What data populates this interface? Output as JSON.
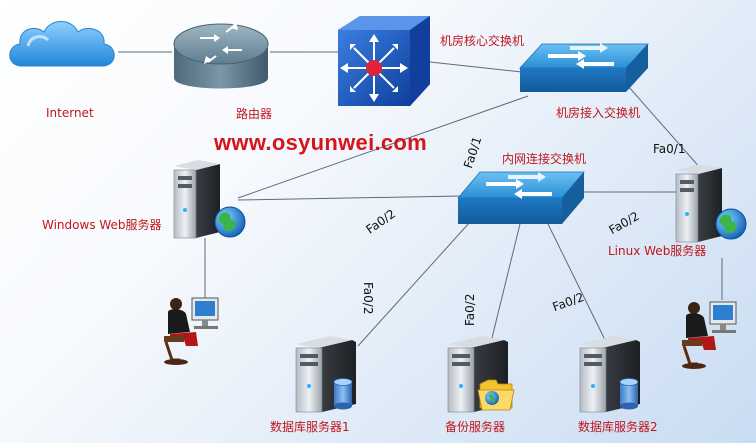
{
  "labels": {
    "internet": "Internet",
    "router": "路由器",
    "core_switch": "机房核心交换机",
    "access_switch": "机房接入交换机",
    "website": "www.osyunwei.com",
    "lan_switch": "内网连接交换机",
    "windows_server": "Windows  Web服务器",
    "linux_server": "Linux  Web服务器",
    "db1": "数据库服务器1",
    "backup": "备份服务器",
    "db2": "数据库服务器2"
  },
  "ports": {
    "fa01_center": "Fa0/1",
    "fa01_right": "Fa0/1",
    "fa02_left": "Fa0/2",
    "fa02_right": "Fa0/2",
    "fa02_db1": "Fa0/2",
    "fa02_backup": "Fa0/2",
    "fa02_db2": "Fa0/2"
  },
  "colors": {
    "label_red": "#c0161c",
    "switch_blue": "#2a8fd6",
    "core_blue": "#1c56c8",
    "cloud_blue": "#3aa0e8",
    "link": "#5d6b78"
  },
  "icons": [
    "cloud-icon",
    "router-icon",
    "core-switch-icon",
    "switch-icon",
    "server-icon",
    "globe-icon",
    "database-icon",
    "folder-icon",
    "user-workstation-icon"
  ]
}
